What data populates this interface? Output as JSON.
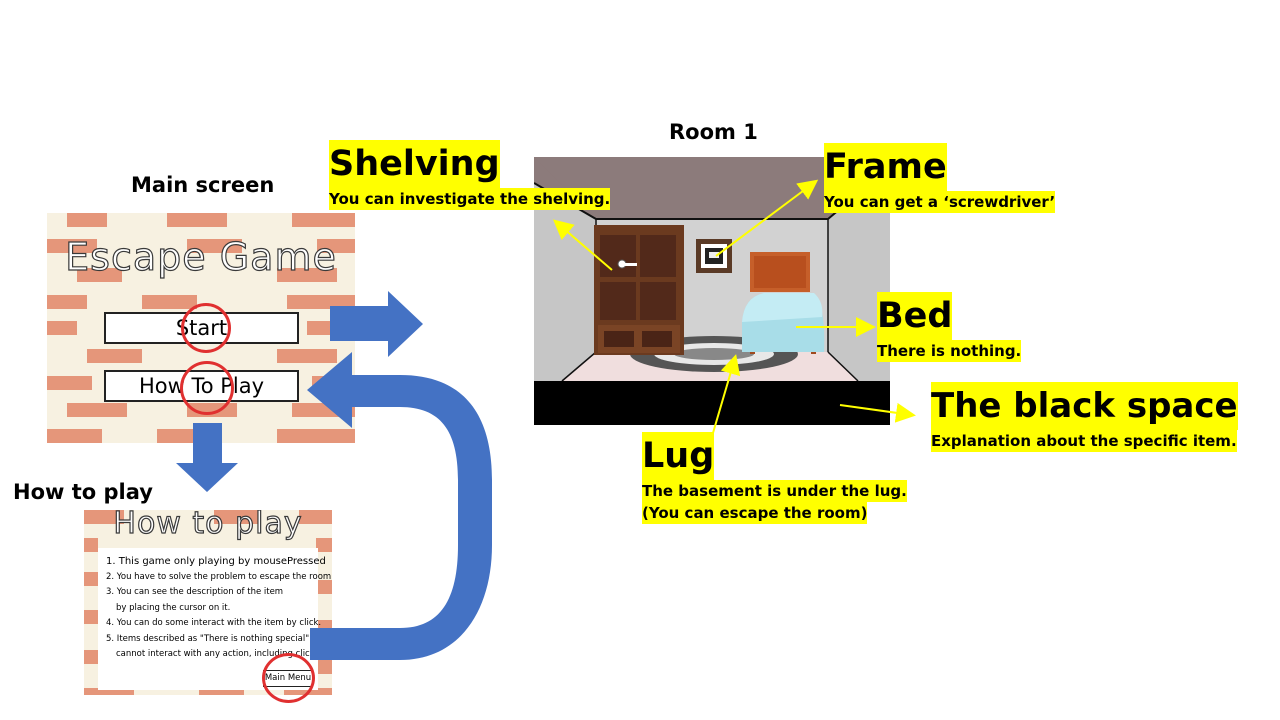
{
  "main_screen": {
    "heading": "Main screen",
    "game_title": "Escape Game",
    "start_button": "Start",
    "how_to_play_button": "How To Play"
  },
  "how_to_play": {
    "heading": "How to play",
    "title": "How to play",
    "instructions": [
      "1. This game only playing by mousePressed",
      "2. You have to solve the problem to escape the room",
      "3. You can see the description of the item",
      "by placing the cursor on it.",
      "4. You can do some interact with the item by click.",
      "5. Items described as \"There is nothing special\"",
      "cannot interact with any action, including clicking."
    ],
    "main_menu_button": "Main Menu"
  },
  "room": {
    "heading": "Room 1",
    "labels": {
      "shelving": {
        "title": "Shelving",
        "desc": "You can investigate the shelving."
      },
      "frame": {
        "title": "Frame",
        "desc": "You can get a ‘screwdriver’"
      },
      "bed": {
        "title": "Bed",
        "desc": "There is nothing."
      },
      "black_space": {
        "title": "The black space",
        "desc": "Explanation about the specific item."
      },
      "lug": {
        "title": "Lug",
        "desc_lines": [
          "The basement is under the lug.",
          "(You can escape the room)"
        ]
      }
    }
  },
  "colors": {
    "arrow": "#4472c4",
    "highlight": "#ffff00",
    "circle": "#e03030",
    "brick": "#e5967a",
    "brick_bg": "#f7f1e1",
    "pointer": "#ffff00"
  }
}
